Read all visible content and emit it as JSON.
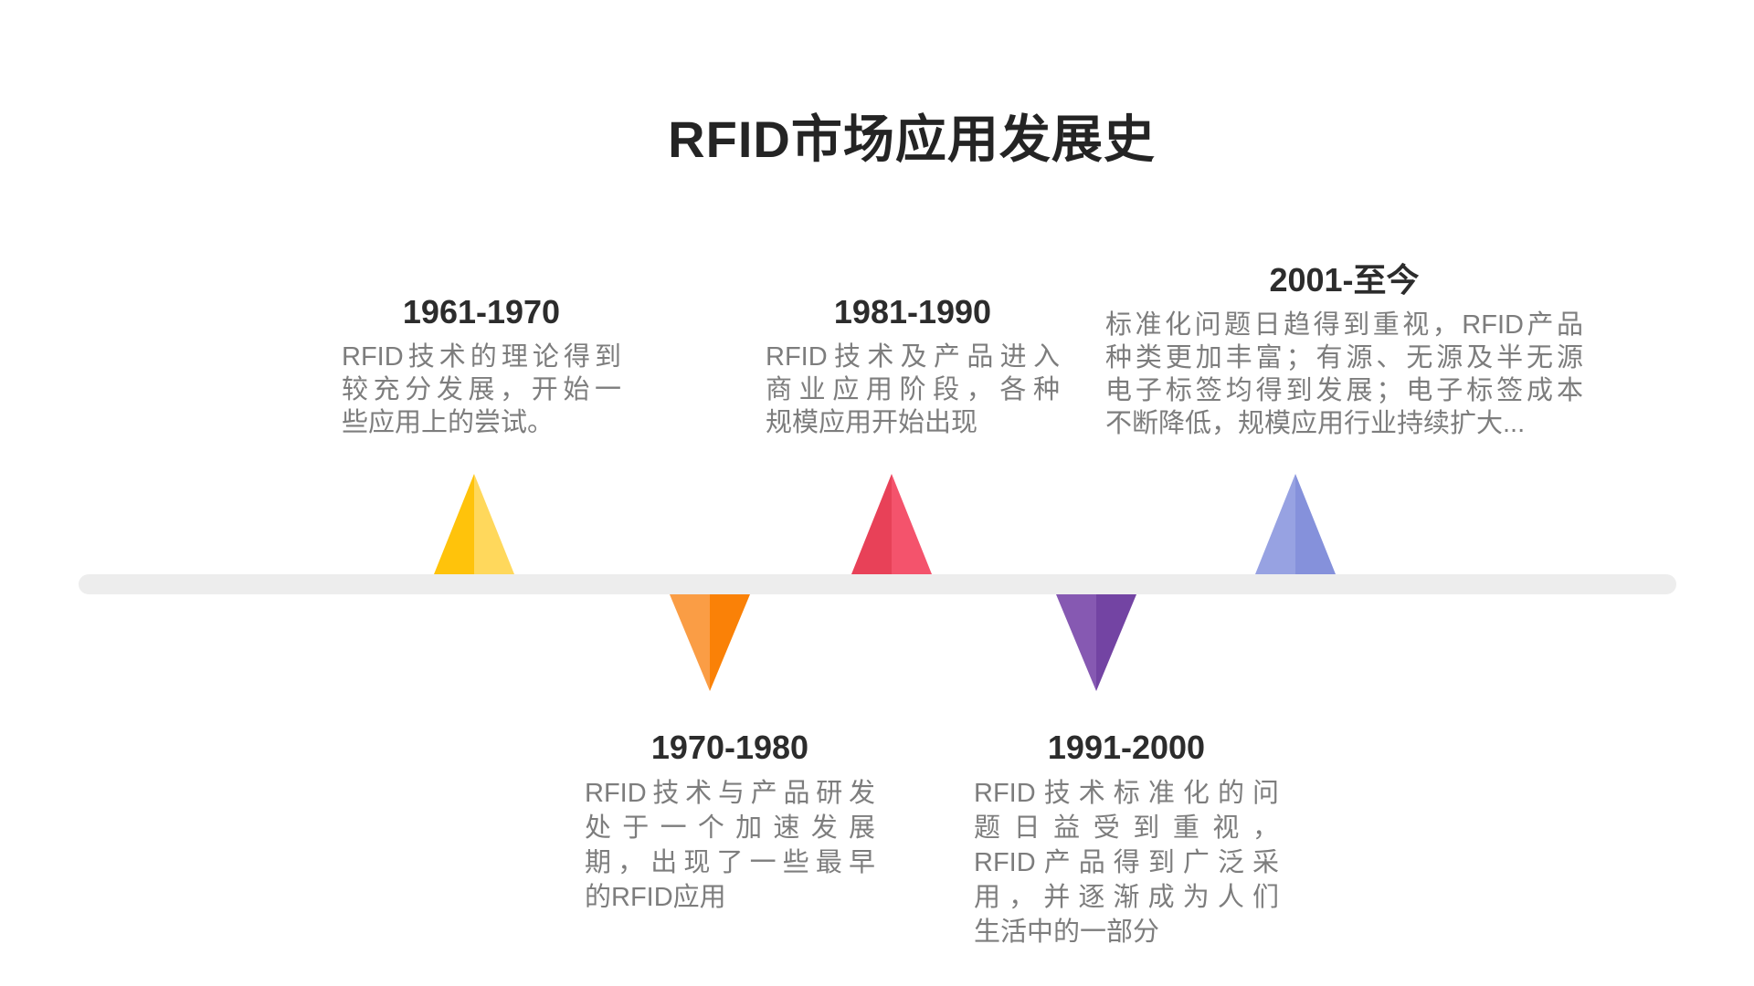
{
  "page": {
    "title": "RFID市场应用发展史",
    "background_color": "#ffffff"
  },
  "timeline": {
    "bar_color": "#ededed",
    "items": [
      {
        "heading": "1961-1970",
        "body_lines": [
          "RFID技术的理论得到",
          "较充分发展，开始一",
          "些应用上的尝试。"
        ],
        "position": "above",
        "marker": "triangle-up",
        "color_left": "#ffc30b",
        "color_right": "#ffd85c"
      },
      {
        "heading": "1970-1980",
        "body_lines": [
          "RFID技术与产品研发",
          "处于一个加速发展",
          "期，出现了一些最早",
          "的RFID应用"
        ],
        "position": "below",
        "marker": "triangle-down",
        "color_left": "#fa9d45",
        "color_right": "#fa8107"
      },
      {
        "heading": "1981-1990",
        "body_lines": [
          "RFID技术及产品进入",
          "商业应用阶段，各种",
          "规模应用开始出现"
        ],
        "position": "above",
        "marker": "triangle-up",
        "color_left": "#e84158",
        "color_right": "#f4536c"
      },
      {
        "heading": "1991-2000",
        "body_lines": [
          "RFID技术标准化的问",
          "题日益受到重视，",
          "RFID产品得到广泛采",
          "用，并逐渐成为人们",
          "生活中的一部分"
        ],
        "position": "below",
        "marker": "triangle-down",
        "color_left": "#8659b2",
        "color_right": "#7344a3"
      },
      {
        "heading": "2001-至今",
        "body_lines": [
          "标准化问题日趋得到重视，RFID产品",
          "种类更加丰富；有源、无源及半无源",
          "电子标签均得到发展；电子标签成本",
          "不断降低，规模应用行业持续扩大..."
        ],
        "position": "above",
        "marker": "triangle-up",
        "color_left": "#97a2e2",
        "color_right": "#8591db"
      }
    ]
  }
}
